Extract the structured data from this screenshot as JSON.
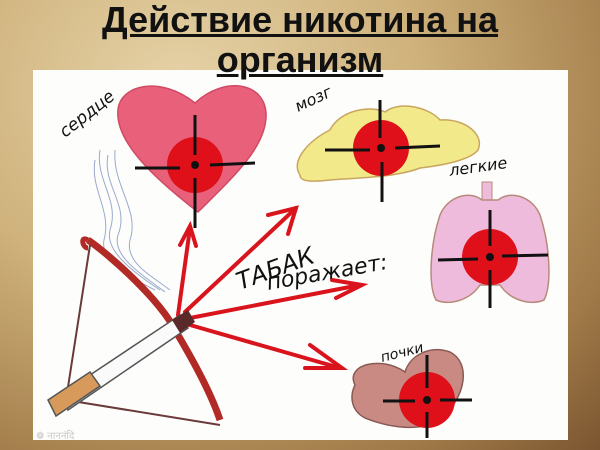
{
  "slide": {
    "title_line1": "Действие никотина на",
    "title_line2": "организм"
  },
  "illustration": {
    "center_text_line1": "ТАБАК",
    "center_text_line2": "поражает:",
    "organs": [
      {
        "label": "сердце",
        "color": "#e8607a"
      },
      {
        "label": "мозг",
        "color": "#f2e98a"
      },
      {
        "label": "легкие",
        "color": "#eebbdd"
      },
      {
        "label": "почки",
        "color": "#c98a84"
      }
    ],
    "target_color": "#e0101a",
    "arrow_color": "#d9141c",
    "watermark": "❁ नाननंदि"
  },
  "colors": {
    "accent": "#e0101a",
    "background": "#c8a870",
    "panel": "#fdfdfc"
  }
}
